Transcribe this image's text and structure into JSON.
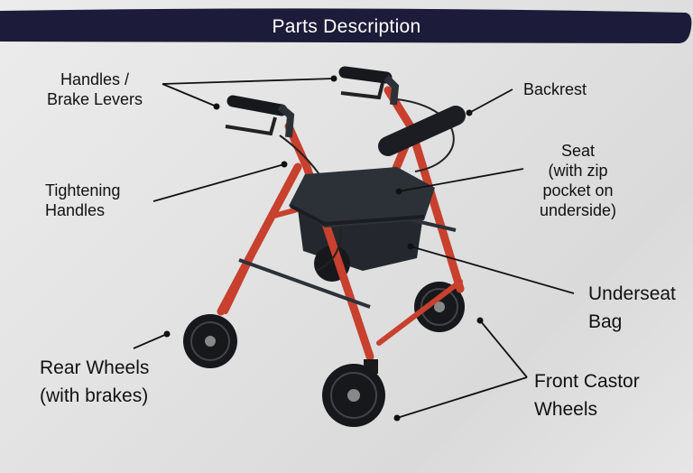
{
  "title": "Parts Description",
  "labels": {
    "handles": [
      "Handles /",
      "Brake Levers"
    ],
    "backrest": "Backrest",
    "seat": [
      "Seat",
      "(with zip",
      "pocket on",
      "underside)"
    ],
    "tightening": [
      "Tightening",
      "Handles"
    ],
    "underseat": [
      "Underseat",
      "Bag"
    ],
    "rear_wheels": [
      "Rear Wheels",
      "(with brakes)"
    ],
    "front_wheels": [
      "Front Castor",
      "Wheels"
    ]
  },
  "colors": {
    "banner": "#1c1c3a",
    "frame": "#c8402e",
    "seat": "#2c3138",
    "wheel": "#16181c"
  }
}
